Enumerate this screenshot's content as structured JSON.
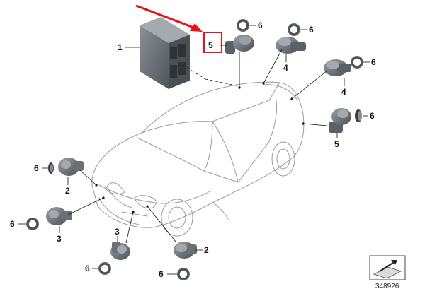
{
  "callouts": [
    {
      "id": "c1a",
      "text": "1"
    },
    {
      "id": "c5a",
      "text": "5"
    },
    {
      "id": "c6a",
      "text": "6"
    },
    {
      "id": "c6b",
      "text": "6"
    },
    {
      "id": "c4a",
      "text": "4"
    },
    {
      "id": "c6c",
      "text": "6"
    },
    {
      "id": "c4b",
      "text": "4"
    },
    {
      "id": "c6d",
      "text": "6"
    },
    {
      "id": "c5b",
      "text": "5"
    },
    {
      "id": "c6e",
      "text": "6"
    },
    {
      "id": "c2a",
      "text": "2"
    },
    {
      "id": "c6f",
      "text": "6"
    },
    {
      "id": "c3a",
      "text": "3"
    },
    {
      "id": "c3b",
      "text": "3"
    },
    {
      "id": "c2b",
      "text": "2"
    },
    {
      "id": "c6g",
      "text": "6"
    },
    {
      "id": "c6h",
      "text": "6"
    }
  ],
  "reference_number": "348926",
  "colors": {
    "highlight_box": "#e8101a",
    "arrow": "#e8101a",
    "part_dark": "#555b61",
    "part_mid": "#7d848a",
    "line": "#111111",
    "car_outline": "#9a9a9a"
  }
}
